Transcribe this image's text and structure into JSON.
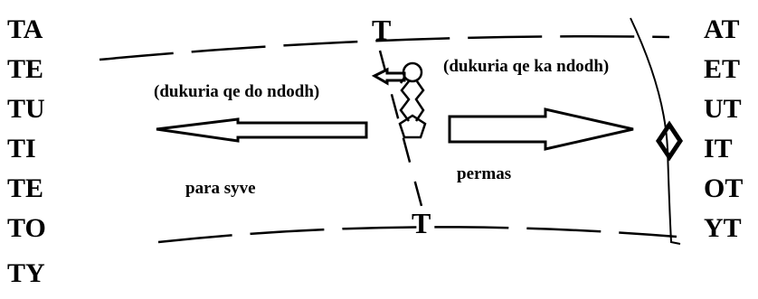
{
  "left_column": [
    "TA",
    "TE",
    "TU",
    "TI",
    "TE",
    "TO",
    "TY"
  ],
  "right_column": [
    "AT",
    "ET",
    "UT",
    "IT",
    "OT",
    "YT"
  ],
  "top_marker": "T",
  "bottom_marker": "T",
  "left_caption": "(dukuria qe do ndodh)",
  "right_caption": "(dukuria qe ka ndodh)",
  "ahead_label": "para syve",
  "behind_label": "permas"
}
